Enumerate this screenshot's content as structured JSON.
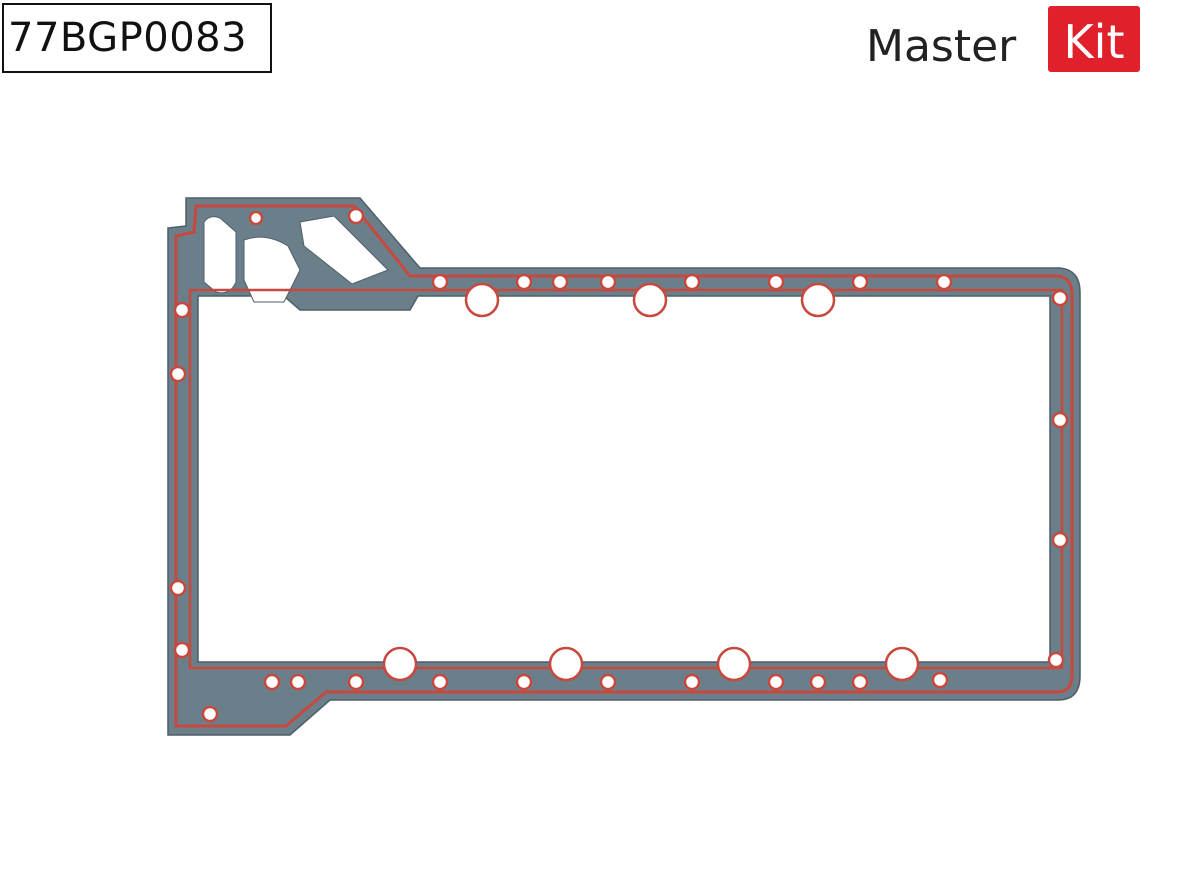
{
  "product": {
    "part_number": "77BGP0083"
  },
  "brand": {
    "name_first": "Master",
    "name_second": "Kit",
    "accent_color": "#e0202a"
  },
  "image": {
    "subject": "oil-pan-gasket",
    "gasket_color": "#6b7f8a",
    "bead_color": "#c8483e"
  }
}
